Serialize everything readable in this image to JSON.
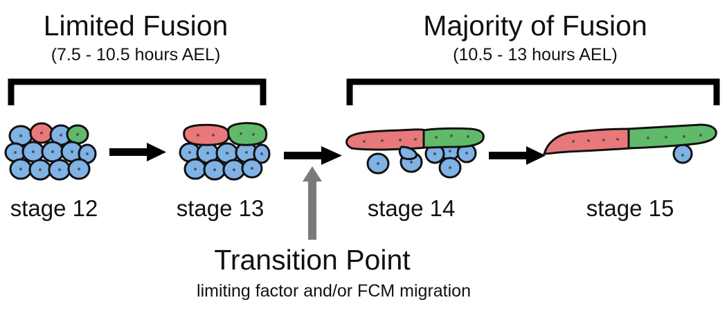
{
  "phases": [
    {
      "title": "Limited Fusion",
      "subtitle": "(7.5 - 10.5 hours AEL)"
    },
    {
      "title": "Majority of Fusion",
      "subtitle": "(10.5 - 13 hours AEL)"
    }
  ],
  "stages": [
    "stage 12",
    "stage 13",
    "stage 14",
    "stage 15"
  ],
  "transition": {
    "title": "Transition Point",
    "subtitle": "limiting factor and/or FCM migration"
  },
  "colors": {
    "fcm_blue": "#7fb2e5",
    "myotube_red": "#e9787a",
    "myotube_green": "#5fbb6a",
    "outline": "#111111",
    "arrow_black": "#000000",
    "arrow_gray": "#7a7a7a",
    "nucleus": "#555555"
  }
}
